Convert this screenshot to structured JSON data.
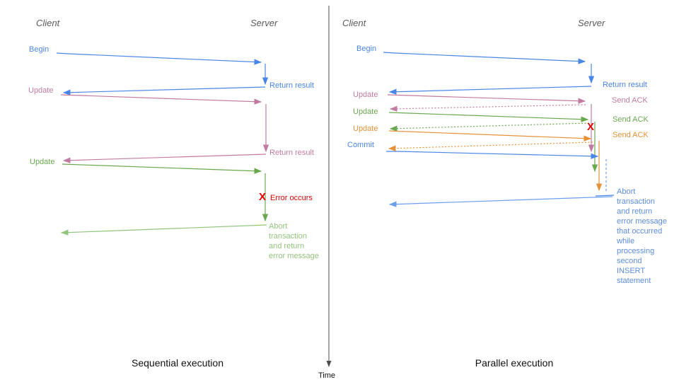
{
  "colors": {
    "blue": "#4a86e8",
    "light_blue": "#6d9eeb",
    "pink": "#c27ba0",
    "green": "#6aa84f",
    "light_green": "#93c47d",
    "orange": "#e69138",
    "red": "#e60000",
    "header_gray": "#595959",
    "axis": "#4d4d4d"
  },
  "time_axis": {
    "label": "Time"
  },
  "left_panel": {
    "title": "Sequential execution",
    "client_header": "Client",
    "server_header": "Server",
    "labels": {
      "begin": "Begin",
      "return_result_1": "Return result",
      "update_1": "Update",
      "return_result_2": "Return result",
      "update_2": "Update",
      "error_marker": "X",
      "error": "Error occurs",
      "abort": "Abort\ntransaction\nand return\nerror message"
    }
  },
  "right_panel": {
    "title": "Parallel execution",
    "client_header": "Client",
    "server_header": "Server",
    "labels": {
      "begin": "Begin",
      "return_result": "Return result",
      "update_1": "Update",
      "send_ack_1": "Send ACK",
      "update_2": "Update",
      "send_ack_2": "Send ACK",
      "update_3": "Update",
      "send_ack_3": "Send ACK",
      "commit": "Commit",
      "error_marker": "X",
      "abort": "Abort\ntransaction\nand return\nerror message\nthat occurred\nwhile\nprocessing\nsecond\nINSERT\nstatement"
    }
  }
}
